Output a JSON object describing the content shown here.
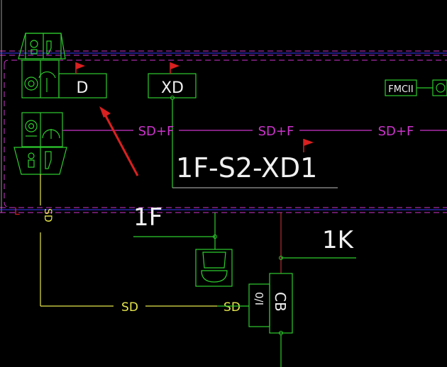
{
  "colors": {
    "background": "#000000",
    "green": "#2ecc2e",
    "magenta": "#cc33cc",
    "yellow": "#e6e64d",
    "white": "#f0f0f0",
    "red": "#d92020",
    "wire_red": "#b03030"
  },
  "labels": {
    "d_box": "D",
    "xd_box": "XD",
    "fmcii_box": "FMCII",
    "sdf_1": "SD+F",
    "sdf_2": "SD+F",
    "sdf_3": "SD+F",
    "cable_id": "1F-S2-XD1",
    "floor": "1F",
    "k_label": "1K",
    "sd_vertical": "SD",
    "sd_bottom_1": "SD",
    "sd_bottom_2": "SD",
    "cb_label": "CB",
    "ov_label": "0/I",
    "left_marker": "L"
  },
  "icons": {
    "flag": "red-flag-icon",
    "arrow": "red-arrow-icon",
    "detector": "smoke-detector-icon",
    "speaker": "speaker-icon",
    "bell": "bell-icon"
  }
}
